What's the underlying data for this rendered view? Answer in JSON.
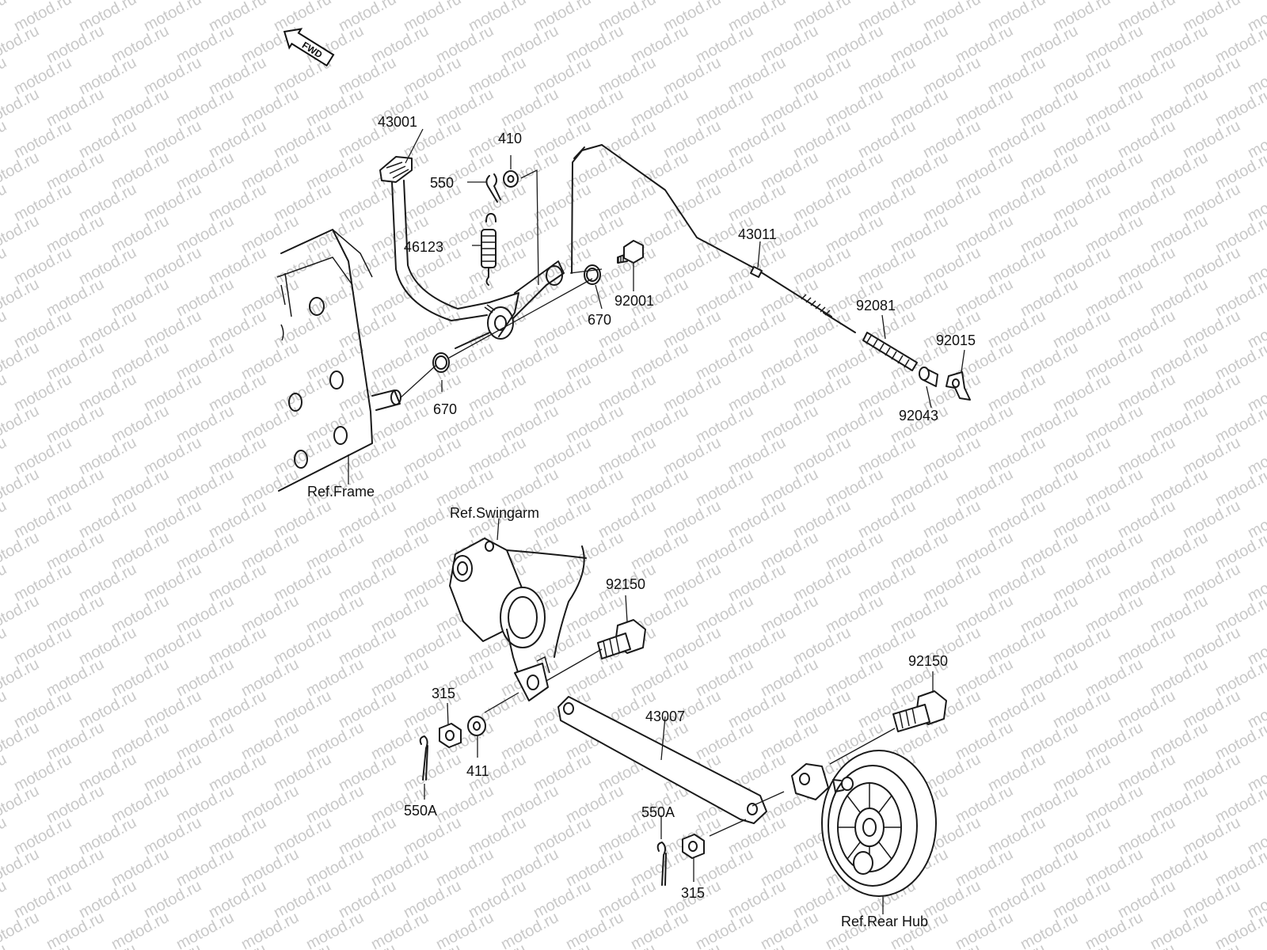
{
  "watermark": {
    "text": "motod.ru"
  },
  "fwd_badge": {
    "text": "FWD"
  },
  "labels": {
    "p43001": "43001",
    "p410": "410",
    "p550": "550",
    "p46123": "46123",
    "p43011": "43011",
    "p92001": "92001",
    "p670_upper": "670",
    "p670_lower": "670",
    "p92081": "92081",
    "p92015": "92015",
    "p92043": "92043",
    "ref_frame": "Ref.Frame",
    "ref_swingarm": "Ref.Swingarm",
    "p92150_upper": "92150",
    "p92150_lower": "92150",
    "p43007": "43007",
    "p315_left": "315",
    "p411": "411",
    "p550A_left": "550A",
    "p550A_right": "550A",
    "p315_right": "315",
    "ref_rear_hub": "Ref.Rear Hub"
  }
}
